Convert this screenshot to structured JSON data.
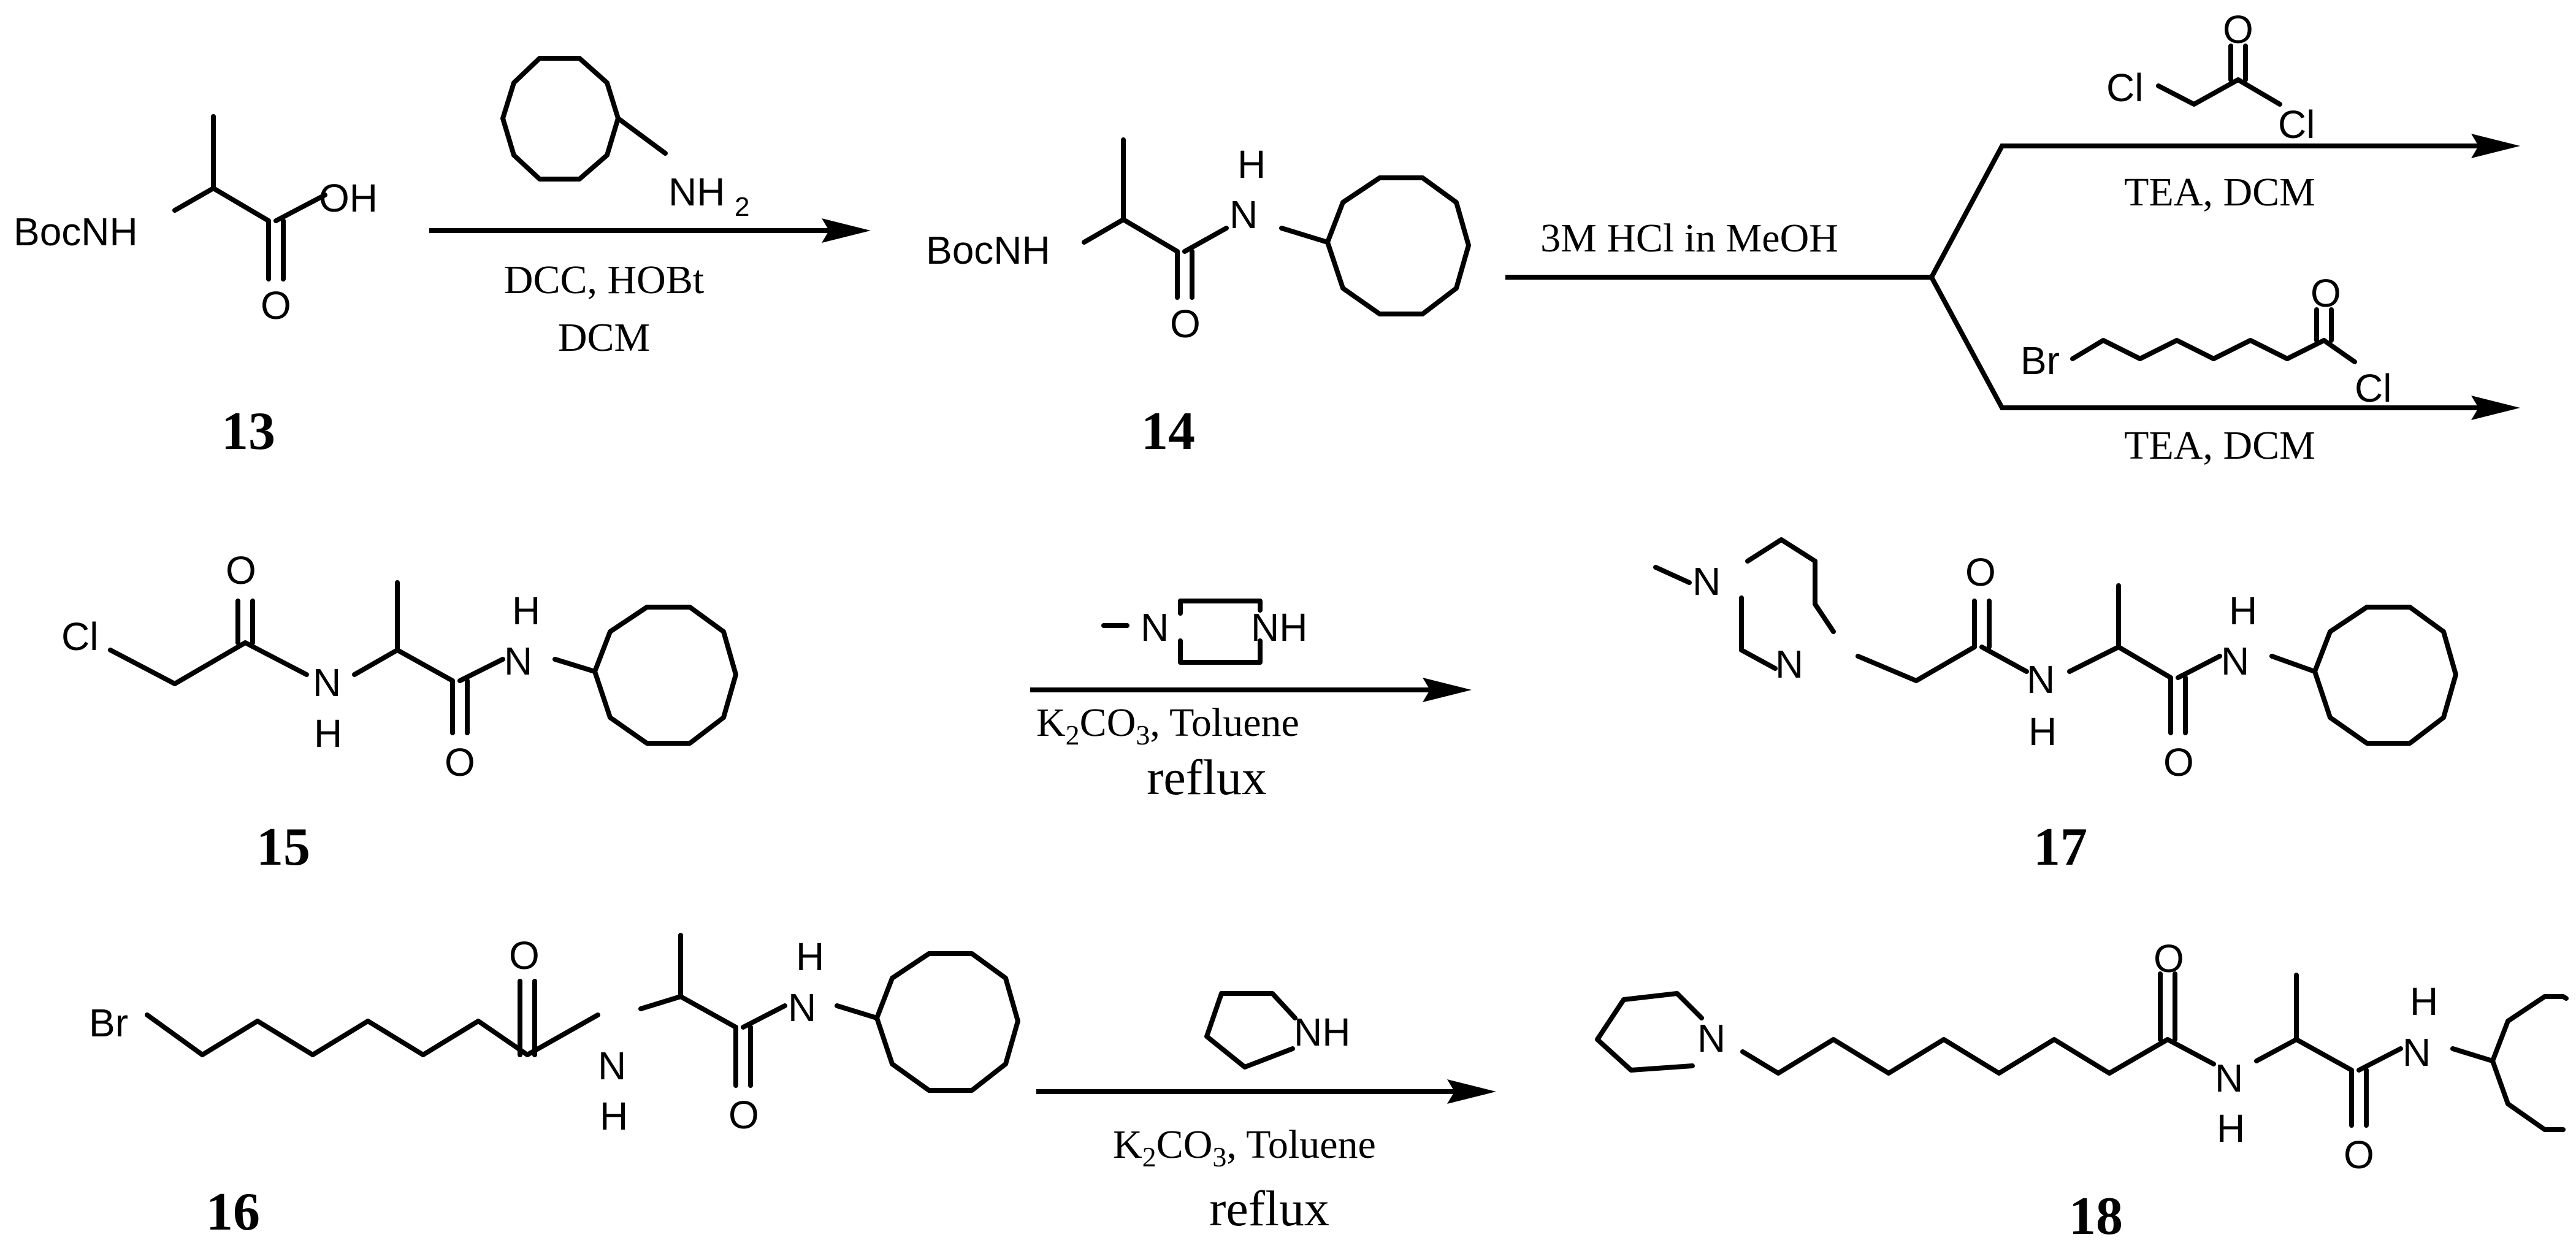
{
  "compounds": {
    "c13": {
      "label": "13",
      "atoms": {
        "protect": "BocNH",
        "acid": "OH",
        "oxygen": "O"
      }
    },
    "c14": {
      "label": "14",
      "atoms": {
        "protect": "BocNH",
        "nh": "N",
        "h": "H",
        "oxygen": "O"
      }
    },
    "c15": {
      "label": "15",
      "atoms": {
        "cl": "Cl",
        "o1": "O",
        "n1": "N",
        "h1": "H",
        "nh2": "N",
        "h2": "H",
        "o2": "O"
      }
    },
    "c16": {
      "label": "16",
      "atoms": {
        "br": "Br",
        "o1": "O",
        "n1": "N",
        "h1": "H",
        "nh2": "N",
        "h2": "H",
        "o2": "O"
      }
    },
    "c17": {
      "label": "17",
      "atoms": {
        "nme": "N",
        "n2": "N",
        "o1": "O",
        "n3": "N",
        "h3": "H",
        "nh4": "N",
        "h4": "H",
        "o2": "O"
      }
    },
    "c18": {
      "label": "18",
      "atoms": {
        "npyr": "N",
        "o1": "O",
        "n2": "N",
        "h2": "H",
        "nh3": "N",
        "h3": "H",
        "o2": "O"
      }
    }
  },
  "reagents": {
    "amine_label": "NH",
    "amine_sub": "2",
    "chloroacetyl": {
      "cl1": "Cl",
      "o": "O",
      "cl2": "Cl"
    },
    "bromohexanoyl": {
      "br": "Br",
      "o": "O",
      "cl": "Cl"
    },
    "methylpiperazine": {
      "n1": "N",
      "nh": "NH"
    },
    "pyrrolidine": {
      "nh": "NH"
    }
  },
  "conditions": {
    "step1": [
      "DCC, HOBt",
      "DCM"
    ],
    "step2": "3M HCl in MeOH",
    "step3a": "TEA, DCM",
    "step3b": "TEA, DCM",
    "step4": {
      "k": "K",
      "k_sub": "2",
      "co": "CO",
      "co_sub": "3",
      "rest": ", Toluene",
      "line2": "reflux"
    },
    "step5": {
      "k": "K",
      "k_sub": "2",
      "co": "CO",
      "co_sub": "3",
      "rest": ", Toluene",
      "line2": "reflux"
    }
  }
}
